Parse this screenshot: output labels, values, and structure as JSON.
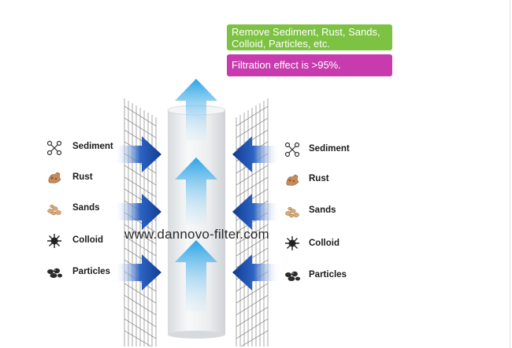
{
  "callouts": {
    "removal": "Remove Sediment, Rust, Sands, Colloid, Particles, etc.",
    "efficiency": "Filtration effect is >95%."
  },
  "contaminants": {
    "left": [
      "Sediment",
      "Rust",
      "Sands",
      "Colloid",
      "Particles"
    ],
    "right": [
      "Sediment",
      "Rust",
      "Sands",
      "Colloid",
      "Particles"
    ]
  },
  "watermark": "www.dannovo-filter.com",
  "colors": {
    "green_callout": "#7dc242",
    "magenta_callout": "#c73bae",
    "inflow_arrow": "#1f4fa8",
    "outflow_arrow": "#2aa3e6",
    "cartridge": "#eef0f2"
  },
  "icons": [
    "sediment-icon",
    "rust-icon",
    "sands-icon",
    "colloid-icon",
    "particles-icon"
  ]
}
